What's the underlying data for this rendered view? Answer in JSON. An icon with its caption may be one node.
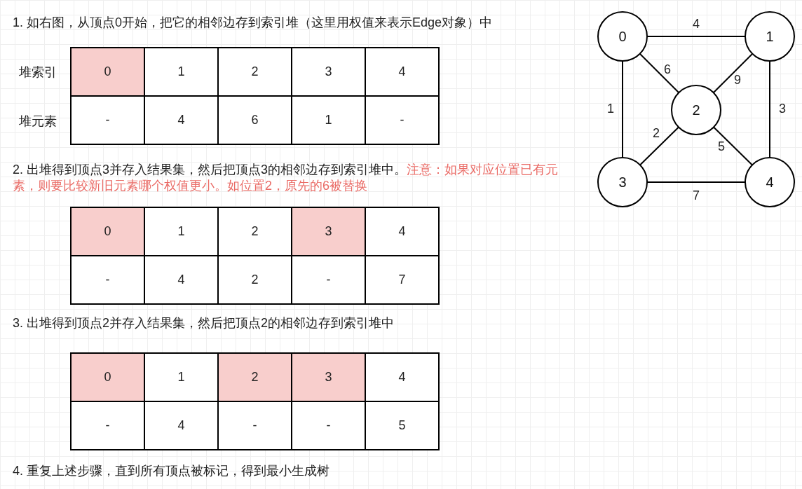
{
  "diagram": {
    "nodes": [
      {
        "text": [
          "0"
        ]
      },
      {
        "text": [
          "1"
        ]
      },
      {
        "text": [
          "2"
        ]
      },
      {
        "text": [
          "3"
        ]
      },
      {
        "text": [
          "4"
        ]
      }
    ],
    "edges": [
      {
        "from": 0,
        "to": 1,
        "arrow": "none",
        "label": "4"
      },
      {
        "from": 0,
        "to": 2,
        "arrow": "none",
        "label": "6"
      },
      {
        "from": 1,
        "to": 2,
        "arrow": "none",
        "label": "9"
      },
      {
        "from": 0,
        "to": 3,
        "arrow": "none",
        "label": "1"
      },
      {
        "from": 1,
        "to": 4,
        "arrow": "none",
        "label": "3"
      },
      {
        "from": 2,
        "to": 3,
        "arrow": "none",
        "label": "2"
      },
      {
        "from": 2,
        "to": 4,
        "arrow": "none",
        "label": "5"
      },
      {
        "from": 3,
        "to": 4,
        "arrow": "none",
        "label": "7"
      }
    ],
    "labels": [
      "1. 如右图，从顶点0开始，把它的相邻边存到索引堆（这里用权值来表示Edge对象）中",
      "堆索引",
      "0",
      "1",
      "2",
      "3",
      "4",
      "堆元素",
      "-",
      "4",
      "6",
      "1",
      "-",
      "2. 出堆得到顶点3并存入结果集，然后把顶点3的相邻边存到索引堆中。",
      "注意：如果对应位置已有元素，则要比较新旧元素哪个权值更小。如位置2，原先的6被替换",
      "0",
      "1",
      "2",
      "3",
      "4",
      "-",
      "4",
      "2",
      "-",
      "7",
      "3. 出堆得到顶点2并存入结果集，然后把顶点2的相邻边存到索引堆中",
      "0",
      "1",
      "2",
      "3",
      "4",
      "-",
      "4",
      "-",
      "-",
      "5",
      "4. 重复上述步骤，直到所有顶点被标记，得到最小生成树"
    ]
  }
}
